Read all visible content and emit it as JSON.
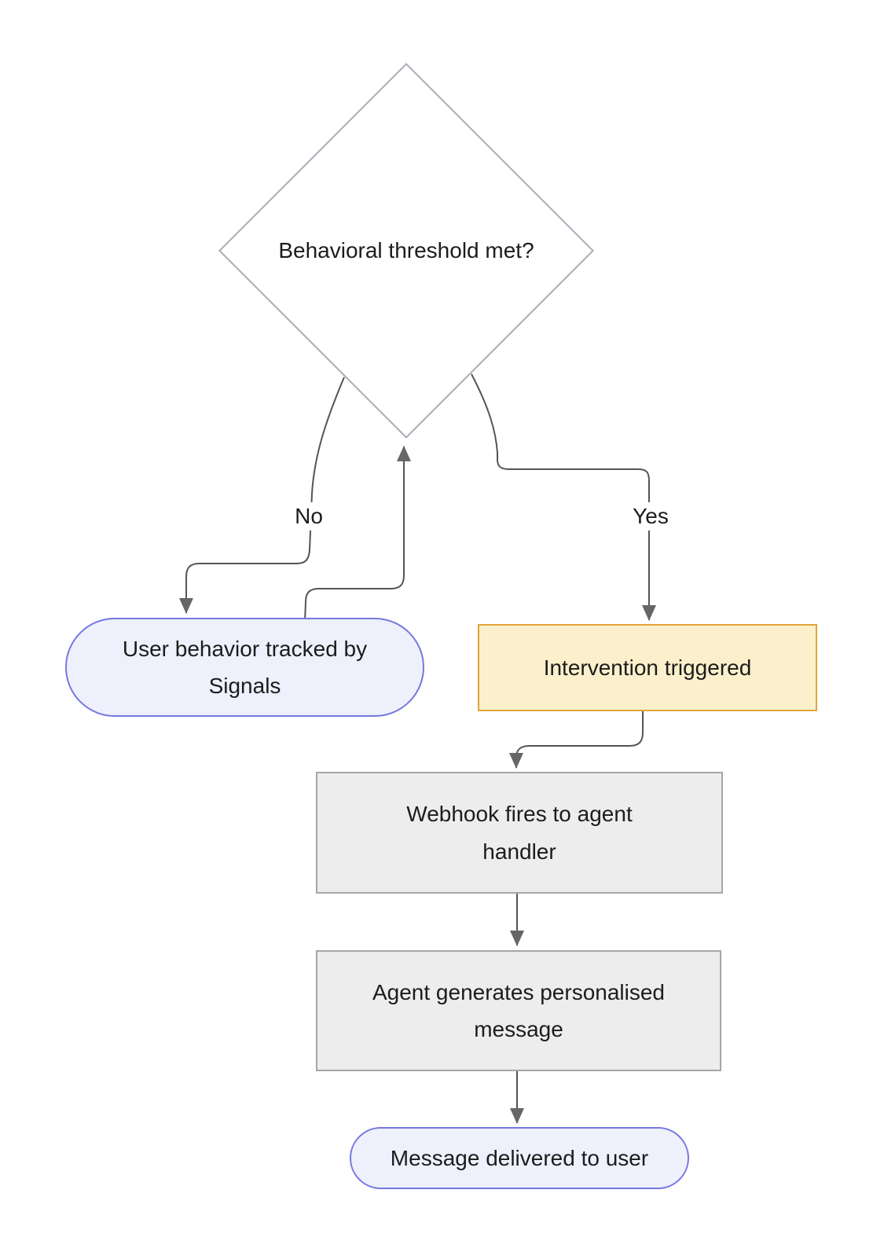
{
  "diagram": {
    "type": "flowchart",
    "background": "#ffffff",
    "nodes": [
      {
        "id": "decision",
        "shape": "diamond",
        "label": "Behavioral threshold met?"
      },
      {
        "id": "signals",
        "shape": "stadium",
        "label": "User behavior tracked by Signals"
      },
      {
        "id": "intervention",
        "shape": "rect",
        "label": "Intervention triggered"
      },
      {
        "id": "webhook",
        "shape": "rect",
        "label": "Webhook fires to agent handler"
      },
      {
        "id": "agent",
        "shape": "rect",
        "label": "Agent generates personalised message"
      },
      {
        "id": "delivered",
        "shape": "stadium",
        "label": "Message delivered to user"
      }
    ],
    "edges": [
      {
        "from": "decision",
        "to": "signals",
        "label": "No"
      },
      {
        "from": "signals",
        "to": "decision",
        "label": ""
      },
      {
        "from": "decision",
        "to": "intervention",
        "label": "Yes"
      },
      {
        "from": "intervention",
        "to": "webhook",
        "label": ""
      },
      {
        "from": "webhook",
        "to": "agent",
        "label": ""
      },
      {
        "from": "agent",
        "to": "delivered",
        "label": ""
      }
    ],
    "colors": {
      "stadium_fill": "#EEF1FC",
      "stadium_border": "#7678E0",
      "accent_fill": "#FBF0CB",
      "accent_border": "#E2A43B",
      "process_fill": "#EDEDED",
      "process_border": "#A6A6A6",
      "diamond_fill": "#FFFFFF",
      "diamond_border": "#ABADB8",
      "edge_line": "#545454",
      "arrowhead": "#666666",
      "text": "#1C1C1C"
    }
  }
}
